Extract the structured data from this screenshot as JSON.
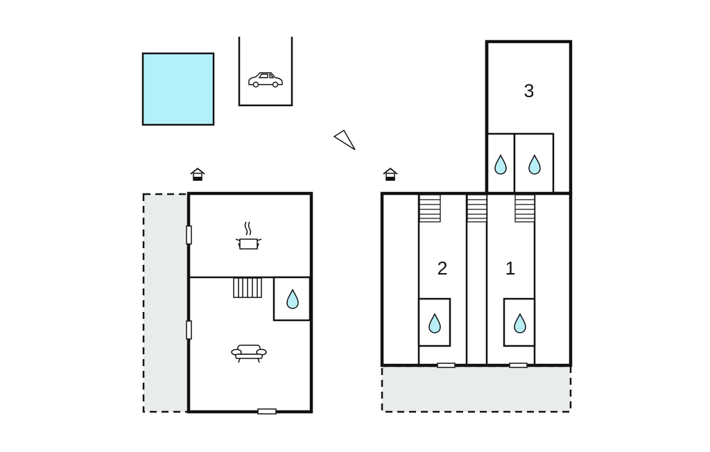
{
  "plan": {
    "room_labels": {
      "room1": "1",
      "room2": "2",
      "room3": "3"
    }
  },
  "colors": {
    "wall": "#111111",
    "pool": "#b3f0fa",
    "water_drop": "#b8eef5",
    "terrace": "#e9eced"
  }
}
